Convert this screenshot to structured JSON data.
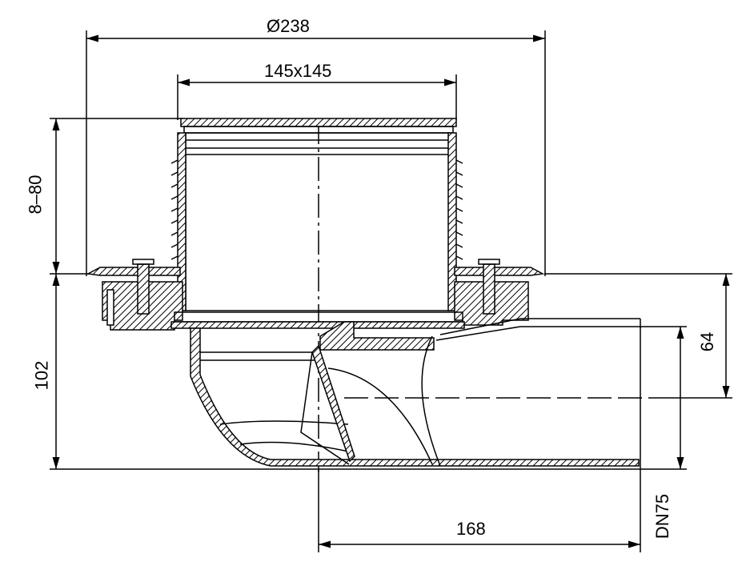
{
  "dimensions": {
    "outer_diameter": "Ø238",
    "grate_size": "145x145",
    "height_adjust": "8–80",
    "total_depth": "102",
    "outlet_height": "64",
    "outlet_offset": "168",
    "outlet_size": "DN75"
  },
  "colors": {
    "line": "#000000",
    "background": "#ffffff"
  }
}
